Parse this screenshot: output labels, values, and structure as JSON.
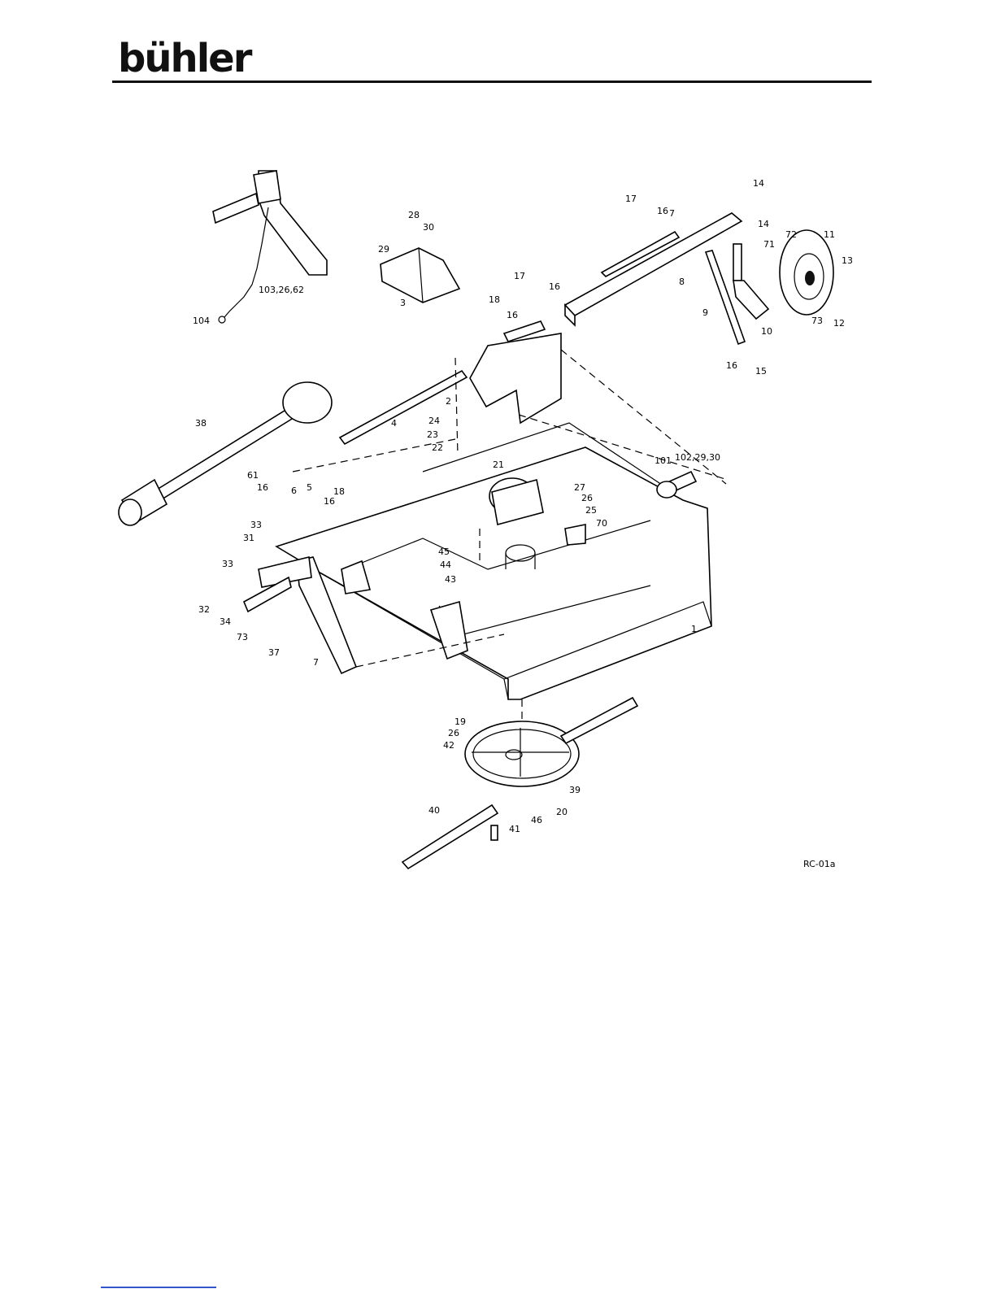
{
  "brand": {
    "name": "bühler"
  },
  "drawing": {
    "code": "RC-01a",
    "callouts": [
      {
        "id": "c104",
        "text": "104"
      },
      {
        "id": "c103",
        "text": "103,26,62"
      },
      {
        "id": "c28",
        "text": "28"
      },
      {
        "id": "c30a",
        "text": "30"
      },
      {
        "id": "c29a",
        "text": "29"
      },
      {
        "id": "c3",
        "text": "3"
      },
      {
        "id": "c17a",
        "text": "17"
      },
      {
        "id": "c16a",
        "text": "16"
      },
      {
        "id": "c7a",
        "text": "7"
      },
      {
        "id": "c14a",
        "text": "14"
      },
      {
        "id": "c14b",
        "text": "14"
      },
      {
        "id": "c72",
        "text": "72"
      },
      {
        "id": "c11",
        "text": "11"
      },
      {
        "id": "c71",
        "text": "71"
      },
      {
        "id": "c13",
        "text": "13"
      },
      {
        "id": "c17b",
        "text": "17"
      },
      {
        "id": "c16b",
        "text": "16"
      },
      {
        "id": "c8",
        "text": "8"
      },
      {
        "id": "c9",
        "text": "9"
      },
      {
        "id": "c10",
        "text": "10"
      },
      {
        "id": "c73a",
        "text": "73"
      },
      {
        "id": "c12",
        "text": "12"
      },
      {
        "id": "c18a",
        "text": "18"
      },
      {
        "id": "c16c",
        "text": "16"
      },
      {
        "id": "c16d",
        "text": "16"
      },
      {
        "id": "c15",
        "text": "15"
      },
      {
        "id": "c2",
        "text": "2"
      },
      {
        "id": "c24",
        "text": "24"
      },
      {
        "id": "c23",
        "text": "23"
      },
      {
        "id": "c22",
        "text": "22"
      },
      {
        "id": "c38",
        "text": "38"
      },
      {
        "id": "c4",
        "text": "4"
      },
      {
        "id": "c102",
        "text": "102,29,30"
      },
      {
        "id": "c101",
        "text": "101"
      },
      {
        "id": "c21",
        "text": "21"
      },
      {
        "id": "c27",
        "text": "27"
      },
      {
        "id": "c26a",
        "text": "26"
      },
      {
        "id": "c25",
        "text": "25"
      },
      {
        "id": "c70",
        "text": "70"
      },
      {
        "id": "c61",
        "text": "61"
      },
      {
        "id": "c16e",
        "text": "16"
      },
      {
        "id": "c6",
        "text": "6"
      },
      {
        "id": "c5",
        "text": "5"
      },
      {
        "id": "c18b",
        "text": "18"
      },
      {
        "id": "c16f",
        "text": "16"
      },
      {
        "id": "c33a",
        "text": "33"
      },
      {
        "id": "c31",
        "text": "31"
      },
      {
        "id": "c45",
        "text": "45"
      },
      {
        "id": "c44",
        "text": "44"
      },
      {
        "id": "c43",
        "text": "43"
      },
      {
        "id": "c33b",
        "text": "33"
      },
      {
        "id": "c32",
        "text": "32"
      },
      {
        "id": "c34",
        "text": "34"
      },
      {
        "id": "c73b",
        "text": "73"
      },
      {
        "id": "c37",
        "text": "37"
      },
      {
        "id": "c7b",
        "text": "7"
      },
      {
        "id": "c1",
        "text": "1"
      },
      {
        "id": "c19",
        "text": "19"
      },
      {
        "id": "c26b",
        "text": "26"
      },
      {
        "id": "c42",
        "text": "42"
      },
      {
        "id": "c39",
        "text": "39"
      },
      {
        "id": "c20",
        "text": "20"
      },
      {
        "id": "c46",
        "text": "46"
      },
      {
        "id": "c40",
        "text": "40"
      },
      {
        "id": "c41",
        "text": "41"
      }
    ]
  }
}
